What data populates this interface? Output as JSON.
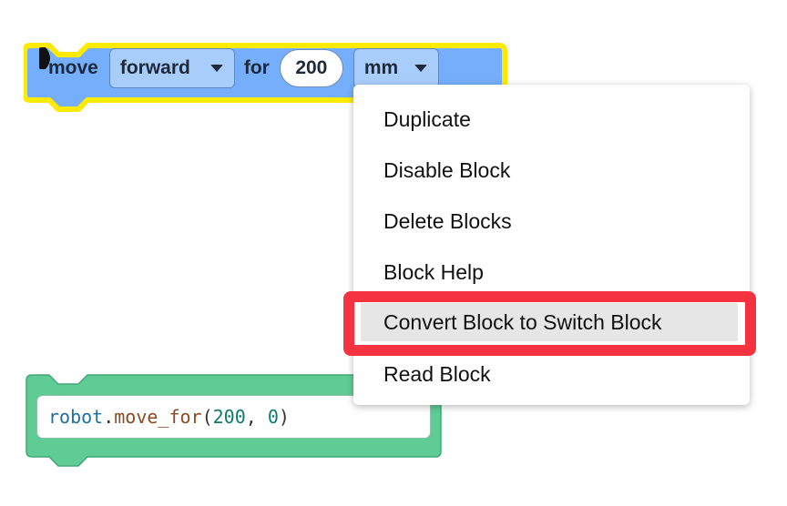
{
  "move_block": {
    "label_move": "move",
    "direction_value": "forward",
    "label_for": "for",
    "distance_value": "200",
    "unit_value": "mm",
    "color_fill": "#75aefb",
    "color_outline": "#ffea00",
    "icons": {
      "direction_caret": "caret-down-icon",
      "unit_caret": "caret-down-icon",
      "run": "play-icon"
    }
  },
  "python_block": {
    "code": {
      "object": "robot",
      "dot": ".",
      "function": "move_for",
      "open_paren": "(",
      "arg1": "200",
      "comma": ", ",
      "arg2": "0",
      "close_paren": ")"
    },
    "color_fill": "#5fcc96"
  },
  "context_menu": {
    "items": [
      {
        "label": "Duplicate"
      },
      {
        "label": "Disable Block"
      },
      {
        "label": "Delete Blocks"
      },
      {
        "label": "Block Help"
      },
      {
        "label": "Convert Block to Switch Block",
        "highlighted": true
      },
      {
        "label": "Read Block"
      }
    ],
    "highlight_color": "#f5323f"
  }
}
